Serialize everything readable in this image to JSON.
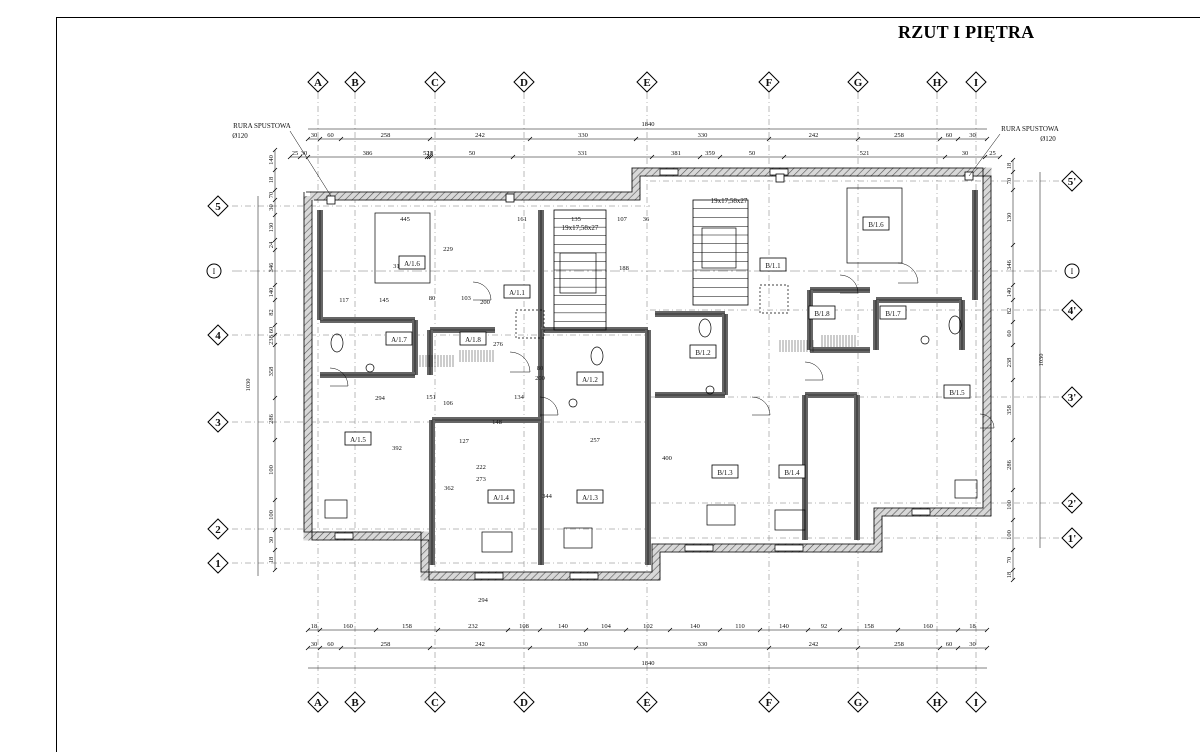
{
  "title": "RZUT I PIĘTRA",
  "axes_columns": [
    "A",
    "B",
    "C",
    "D",
    "E",
    "F",
    "G",
    "H",
    "I"
  ],
  "axes_rows_left": [
    "5",
    "4",
    "3",
    "2",
    "1"
  ],
  "axes_rows_right": [
    "5'",
    "4'",
    "3'",
    "2'",
    "1'"
  ],
  "section_mark": "I",
  "downpipe_label": "RURA SPUSTOWA",
  "downpipe_diameter": "Ø120",
  "stair_label": "19x17,58x27",
  "dims_top_row1": [
    "30",
    "60",
    "258",
    "242",
    "330",
    "330",
    "242",
    "258",
    "60",
    "30"
  ],
  "dims_top_total": "1840",
  "dims_top_row2": [
    "25",
    "30",
    "386",
    "521",
    "18",
    "50",
    "331",
    "381",
    "359",
    "50",
    "521",
    "30",
    "25"
  ],
  "dims_bottom_row1": [
    "18",
    "160",
    "158",
    "232",
    "108",
    "140",
    "104",
    "102",
    "140",
    "110",
    "140",
    "92",
    "158",
    "160",
    "18"
  ],
  "dims_bottom_row2": [
    "30",
    "60",
    "258",
    "242",
    "330",
    "330",
    "242",
    "258",
    "60",
    "30"
  ],
  "dims_bottom_total": "1840",
  "dims_left": [
    "140",
    "18",
    "70",
    "30",
    "130",
    "24",
    "346",
    "140",
    "82",
    "60",
    "238",
    "358",
    "286",
    "100",
    "100",
    "30",
    "18",
    "1030"
  ],
  "dims_right": [
    "18",
    "70",
    "130",
    "346",
    "140",
    "82",
    "60",
    "238",
    "358",
    "286",
    "100",
    "100",
    "70",
    "18",
    "1030"
  ],
  "rooms": [
    "A/1.1",
    "A/1.2",
    "A/1.3",
    "A/1.4",
    "A/1.5",
    "A/1.6",
    "A/1.7",
    "A/1.8",
    "B/1.1",
    "B/1.2",
    "B/1.3",
    "B/1.4",
    "B/1.5",
    "B/1.6",
    "B/1.7",
    "B/1.8"
  ],
  "inner_dims": [
    "445",
    "310",
    "229",
    "117",
    "145",
    "80",
    "103",
    "200",
    "135",
    "107",
    "161",
    "36",
    "188",
    "276",
    "294",
    "392",
    "257",
    "134",
    "151",
    "106",
    "148",
    "127",
    "222",
    "273",
    "362",
    "344",
    "400",
    "294",
    "80",
    "200"
  ]
}
